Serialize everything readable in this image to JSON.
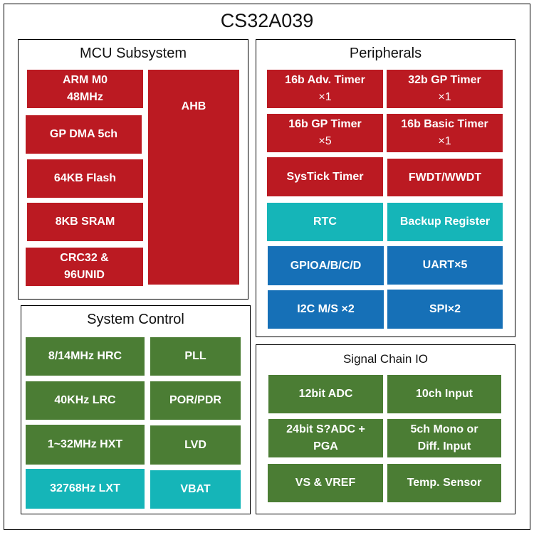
{
  "chip": {
    "title": "CS32A039"
  },
  "colors": {
    "core": "#bb1a22",
    "backup_domain": "#15b5b8",
    "io": "#1670b7",
    "analog_clock": "#4b7d34"
  },
  "mcu_subsystem": {
    "title": "MCU Subsystem",
    "blocks": [
      {
        "line1": "ARM M0",
        "line2": "48MHz"
      },
      {
        "line1": "GP DMA 5ch",
        "line2": ""
      },
      {
        "line1": "64KB Flash",
        "line2": ""
      },
      {
        "line1": "8KB SRAM",
        "line2": ""
      },
      {
        "line1": "CRC32 &",
        "line2": "96UNID"
      }
    ],
    "bus": "AHB"
  },
  "peripherals": {
    "title": "Peripherals",
    "blocks": [
      {
        "line1": "16b Adv. Timer",
        "line2": "×1"
      },
      {
        "line1": "32b GP Timer",
        "line2": "×1"
      },
      {
        "line1": "16b GP Timer",
        "line2": "×5"
      },
      {
        "line1": "16b Basic Timer",
        "line2": "×1"
      },
      {
        "line1": "SysTick Timer",
        "line2": ""
      },
      {
        "line1": "FWDT/WWDT",
        "line2": ""
      },
      {
        "line1": "RTC",
        "line2": ""
      },
      {
        "line1": "Backup Register",
        "line2": ""
      },
      {
        "line1": "GPIOA/B/C/D",
        "line2": ""
      },
      {
        "line1": "UART×5",
        "line2": ""
      },
      {
        "line1": "I2C M/S ×2",
        "line2": ""
      },
      {
        "line1": "SPI×2",
        "line2": ""
      }
    ]
  },
  "system_control": {
    "title": "System Control",
    "blocks": [
      {
        "line1": "8/14MHz HRC"
      },
      {
        "line1": "PLL"
      },
      {
        "line1": "40KHz LRC"
      },
      {
        "line1": "POR/PDR"
      },
      {
        "line1": "1~32MHz HXT"
      },
      {
        "line1": "LVD"
      },
      {
        "line1": "32768Hz LXT"
      },
      {
        "line1": "VBAT"
      }
    ]
  },
  "signal_chain": {
    "title": "Signal Chain IO",
    "blocks": [
      {
        "line1": "12bit ADC",
        "line2": ""
      },
      {
        "line1": "10ch Input",
        "line2": ""
      },
      {
        "line1": "24bit S?ADC +",
        "line2": "PGA"
      },
      {
        "line1": "5ch Mono or",
        "line2": "Diff. Input"
      },
      {
        "line1": "VS & VREF",
        "line2": ""
      },
      {
        "line1": "Temp. Sensor",
        "line2": ""
      }
    ]
  }
}
